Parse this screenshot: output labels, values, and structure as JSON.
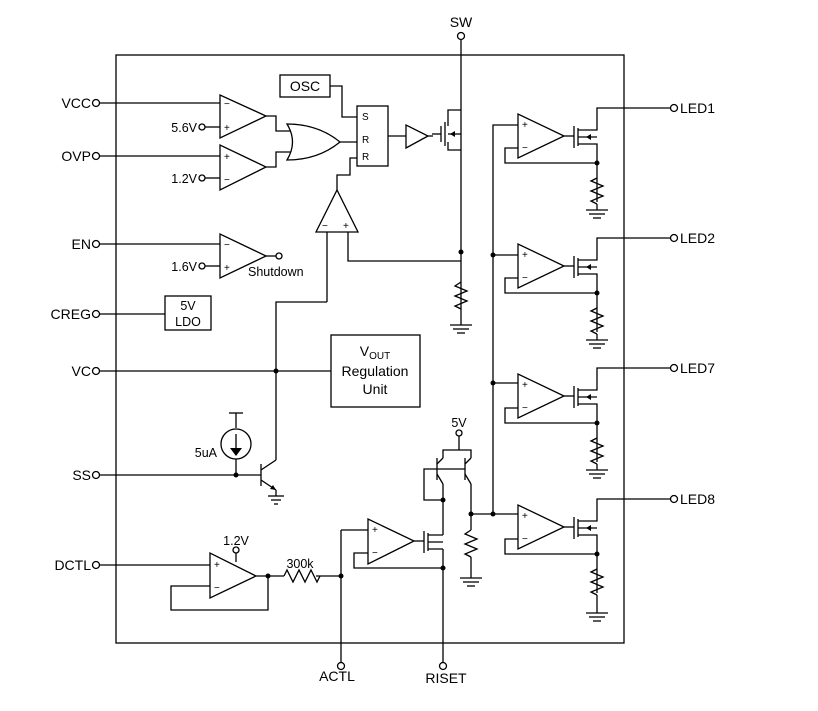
{
  "pins": {
    "sw": "SW",
    "vcc": "VCC",
    "ovp": "OVP",
    "en": "EN",
    "creg": "CREG",
    "vc": "VC",
    "ss": "SS",
    "dctl": "DCTL",
    "actl": "ACTL",
    "riset": "RISET",
    "led1": "LED1",
    "led2": "LED2",
    "led7": "LED7",
    "led8": "LED8"
  },
  "labels": {
    "osc": "OSC",
    "ref_56": "5.6V",
    "ref_12a": "1.2V",
    "ref_16": "1.6V",
    "shutdown": "Shutdown",
    "ldo_line1": "5V",
    "ldo_line2": "LDO",
    "vout_main": "V",
    "vout_sub": "OUT",
    "reg_line2": "Regulation",
    "reg_line3": "Unit",
    "current_src": "5uA",
    "supply_5v": "5V",
    "ref_12b": "1.2V",
    "res_300k": "300k",
    "latch_s": "S",
    "latch_r1": "R",
    "latch_r2": "R"
  }
}
